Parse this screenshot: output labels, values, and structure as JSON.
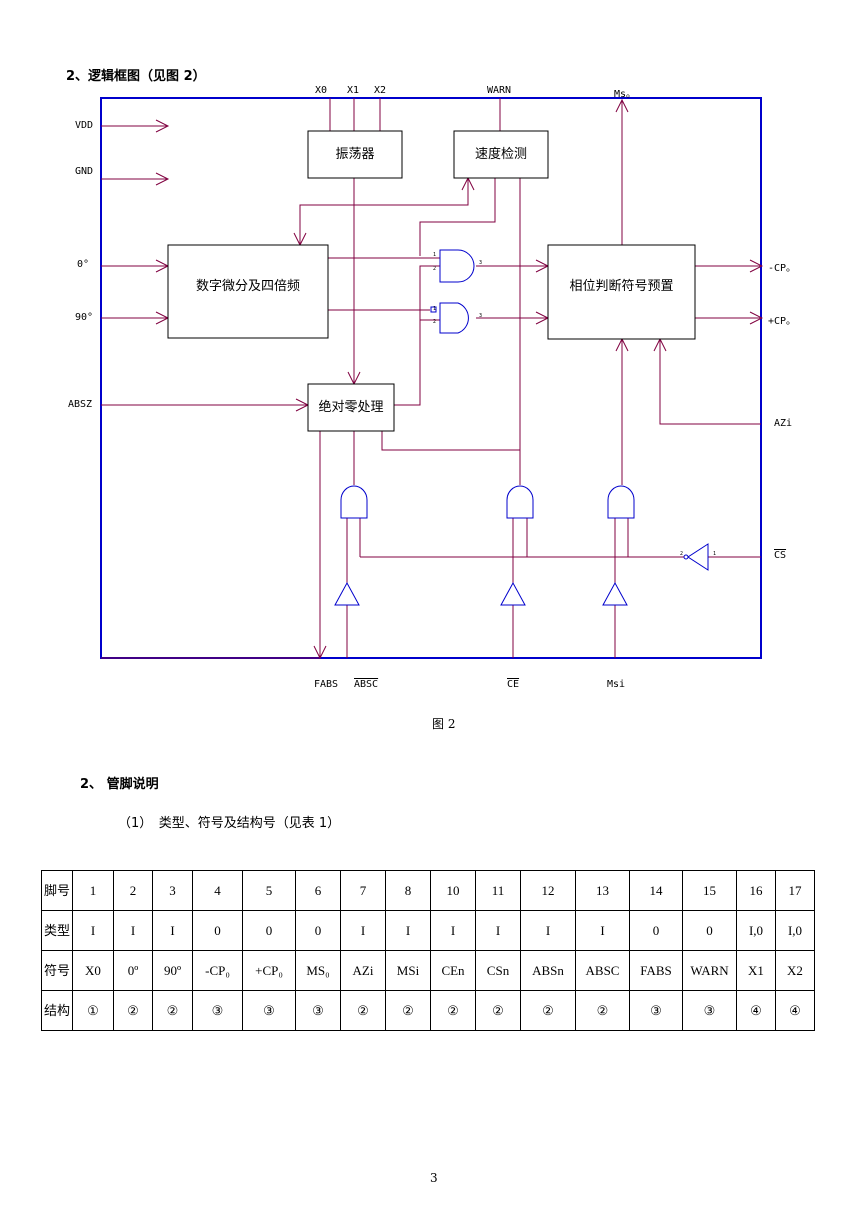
{
  "heading_logic": "2、逻辑框图（见图 2）",
  "diagram": {
    "top_pins": {
      "x0": "X0",
      "x1": "X1",
      "x2": "X2",
      "warn": "WARN",
      "mso": "Ms。"
    },
    "left_pins": {
      "vdd": "VDD",
      "gnd": "GND",
      "deg0": "0°",
      "deg90": "90°",
      "absz": "ABSZ"
    },
    "right_pins": {
      "cp_neg": "-CP。",
      "cp_pos": "+CP。",
      "azi": "AZi",
      "cs": "CS"
    },
    "bottom_pins": {
      "fabs": "FABS",
      "absc": "ABSC",
      "ce": "CE",
      "msi": "Msi"
    },
    "blocks": {
      "oscillator": "振荡器",
      "speed_detect": "速度检测",
      "diff": "数字微分及四倍频",
      "phase": "相位判断符号预置",
      "abs_zero": "绝对零处理"
    },
    "gate_pins": [
      "1",
      "2",
      "3"
    ]
  },
  "figure_caption": "图 2",
  "heading_pins": "2、 管脚说明",
  "subheading": "（1）　类型、符号及结构号（见表 1）",
  "table": {
    "row_headers": [
      "脚号",
      "类型",
      "符号",
      "结构"
    ],
    "pin_numbers": [
      "1",
      "2",
      "3",
      "4",
      "5",
      "6",
      "7",
      "8",
      "10",
      "11",
      "12",
      "13",
      "14",
      "15",
      "16",
      "17"
    ],
    "types": [
      "I",
      "I",
      "I",
      "0",
      "0",
      "0",
      "I",
      "I",
      "I",
      "I",
      "I",
      "I",
      "0",
      "0",
      "I,0",
      "I,0"
    ],
    "symbols": [
      "X0",
      "0º",
      "90º",
      "-CP₀",
      "+CP₀",
      "MS₀",
      "AZi",
      "MSi",
      "CEn",
      "CSn",
      "ABSn",
      "ABSC",
      "FABS",
      "WARN",
      "X1",
      "X2"
    ],
    "structures": [
      "①",
      "②",
      "②",
      "③",
      "③",
      "③",
      "②",
      "②",
      "②",
      "②",
      "②",
      "②",
      "③",
      "③",
      "④",
      "④"
    ]
  },
  "page_number": "3",
  "colors": {
    "frame": "#0000cc",
    "wire": "#800040",
    "gate": "#0000cc"
  }
}
